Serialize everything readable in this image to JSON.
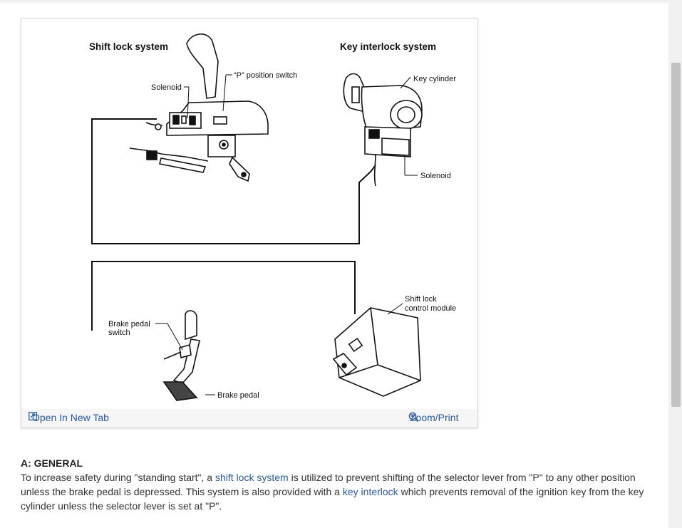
{
  "figure": {
    "titles": {
      "shift_lock": "Shift lock system",
      "key_interlock": "Key interlock system"
    },
    "labels": {
      "solenoid_left": "Solenoid",
      "p_position_switch": "“P” position switch",
      "key_cylinder": "Key cylinder",
      "solenoid_right": "Solenoid",
      "shift_lock_control_module_1": "Shift lock",
      "shift_lock_control_module_2": "control module",
      "brake_pedal_switch_1": "Brake pedal",
      "brake_pedal_switch_2": "switch",
      "brake_pedal": "Brake pedal"
    },
    "toolbar": {
      "open_new_tab": "Open In New Tab",
      "zoom_print": "Zoom/Print"
    }
  },
  "article": {
    "heading": "A: GENERAL",
    "p1": " To increase safety during \"standing start\", a ",
    "link1": "shift lock system",
    "p2": " is utilized to prevent shifting of the selector lever from \"P\" to any other position unless the brake pedal is depressed. This system is also provided with a ",
    "link2": "key interlock",
    "p3": " which prevents removal of the ignition key from the key cylinder unless the selector lever is set at \"P\"."
  },
  "colors": {
    "link": "#2a5a9c",
    "toolbar_bg": "#f6f6f6"
  }
}
